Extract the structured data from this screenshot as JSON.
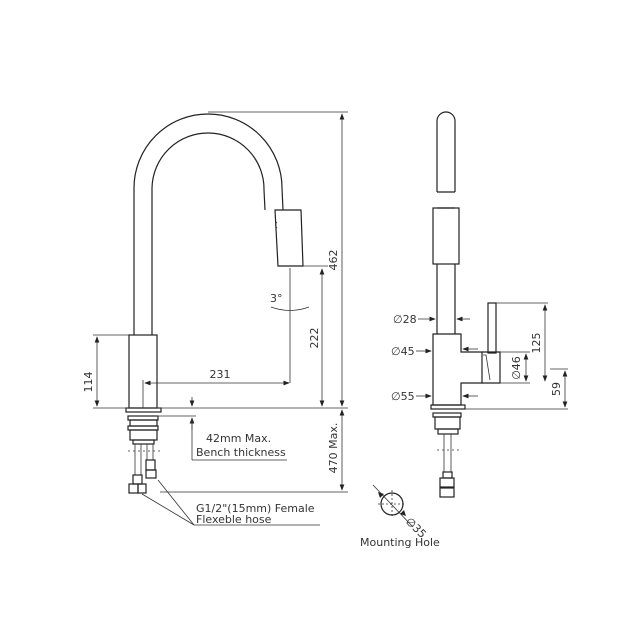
{
  "drawing": {
    "subject": "Pull-out kitchen mixer tap",
    "front_view": {
      "dim_height_total": "462",
      "dim_spout_clearance": "222",
      "dim_reach": "231",
      "dim_body_height": "114",
      "dim_below_bench": "470 Max.",
      "angle": "3°",
      "note_bench_line1": "42mm Max.",
      "note_bench_line2": "Bench thickness",
      "note_hose_line1": "G1/2\"(15mm) Female",
      "note_hose_line2": "Flexeble hose"
    },
    "side_view": {
      "dia_spout": "∅28",
      "dia_body": "∅45",
      "dia_base": "∅55",
      "dia_handle": "∅46",
      "dim_handle_height": "125",
      "dim_handle_base": "59"
    },
    "mounting_hole": {
      "dia": "∅35",
      "label": "Mounting Hole"
    }
  }
}
